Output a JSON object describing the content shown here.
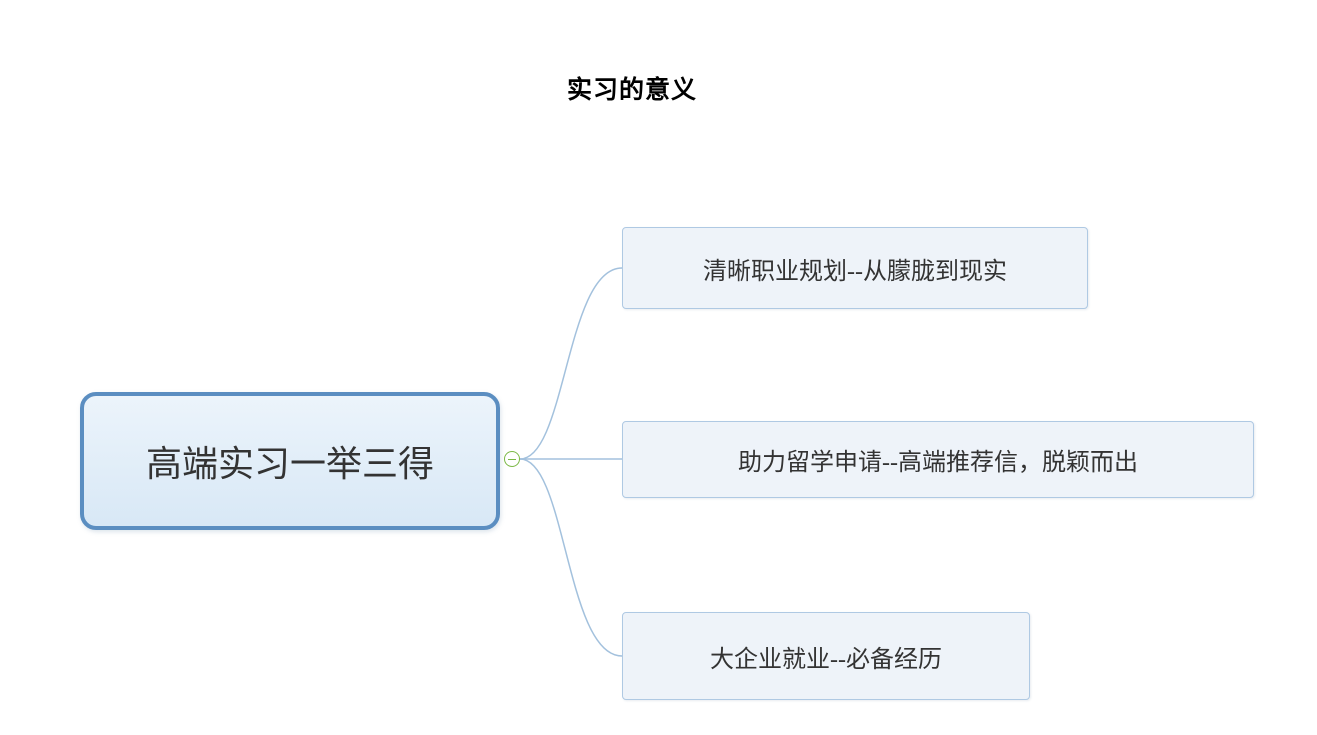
{
  "title": "实习的意义",
  "mindmap": {
    "root": {
      "label": "高端实习一举三得"
    },
    "toggle": {
      "state": "expanded",
      "symbol": "minus"
    },
    "children": [
      {
        "label": "清晰职业规划--从朦胧到现实"
      },
      {
        "label": "助力留学申请--高端推荐信，脱颖而出"
      },
      {
        "label": "大企业就业--必备经历"
      }
    ]
  },
  "colors": {
    "title_color": "#000000",
    "text_color": "#333333",
    "root_border": "#5b8ec1",
    "root_fill_top": "#ecf4fb",
    "root_fill_bottom": "#d8e8f6",
    "child_fill": "#eef3f9",
    "child_border": "#afc9e3",
    "connector": "#a3c1dd",
    "toggle_green": "#7cb947"
  }
}
